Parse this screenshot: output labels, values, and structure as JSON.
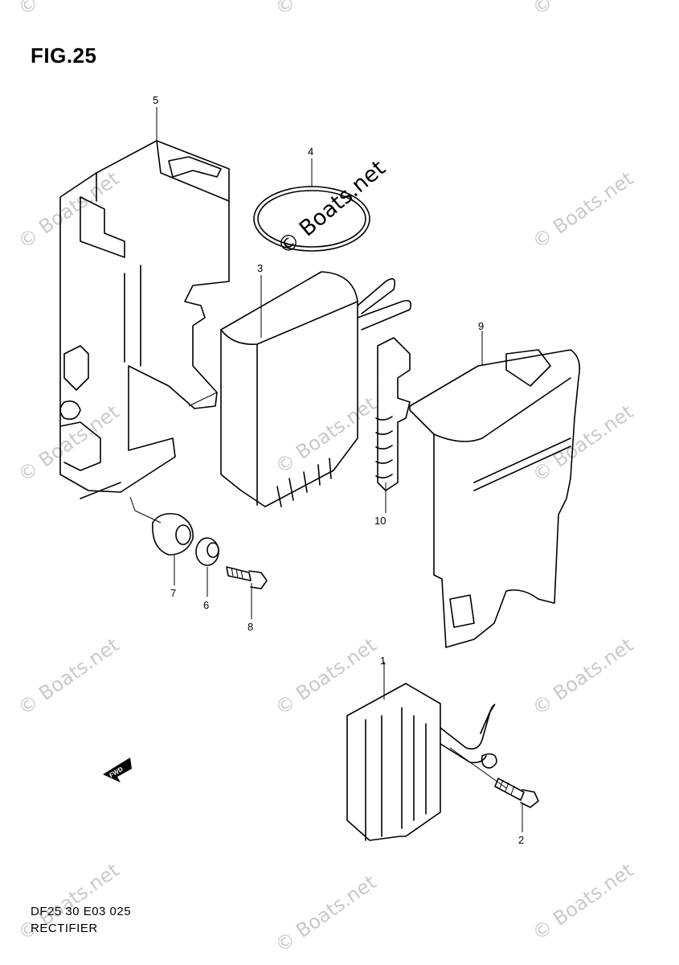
{
  "figure": {
    "title": "FIG.25",
    "footer_code": "DF25 30 E03  025",
    "footer_name": "RECTIFIER"
  },
  "callouts": [
    "5",
    "4",
    "3",
    "9",
    "10",
    "7",
    "6",
    "8",
    "1",
    "2"
  ],
  "watermark": {
    "text": "© Boats.net",
    "color": "#c9c9c9"
  },
  "fwd_label": "FWD"
}
